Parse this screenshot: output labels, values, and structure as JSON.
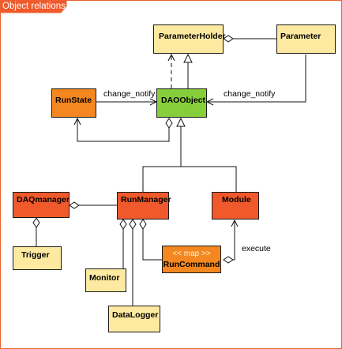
{
  "diagram": {
    "title": "Object relations",
    "colors": {
      "tab": "#f0592b",
      "frame": "#e8652f",
      "class_yellow": "#fde9a0",
      "class_orange": "#f4871f",
      "class_red": "#f0592b",
      "class_green": "#86cf3b"
    },
    "classes": {
      "parameter_holder": "ParameterHolder",
      "parameter": "Parameter",
      "run_state": "RunState",
      "dao_object": "DAOObject",
      "daq_manager": "DAQmanager",
      "run_manager": "RunManager",
      "module": "Module",
      "trigger": "Trigger",
      "monitor": "Monitor",
      "data_logger": "DataLogger",
      "run_command": "RunCommand"
    },
    "stereotypes": {
      "run_command": "<< map >>"
    },
    "edge_labels": {
      "runstate_change_notify": "change_notify",
      "parameter_change_notify": "change_notify",
      "execute": "execute"
    }
  }
}
